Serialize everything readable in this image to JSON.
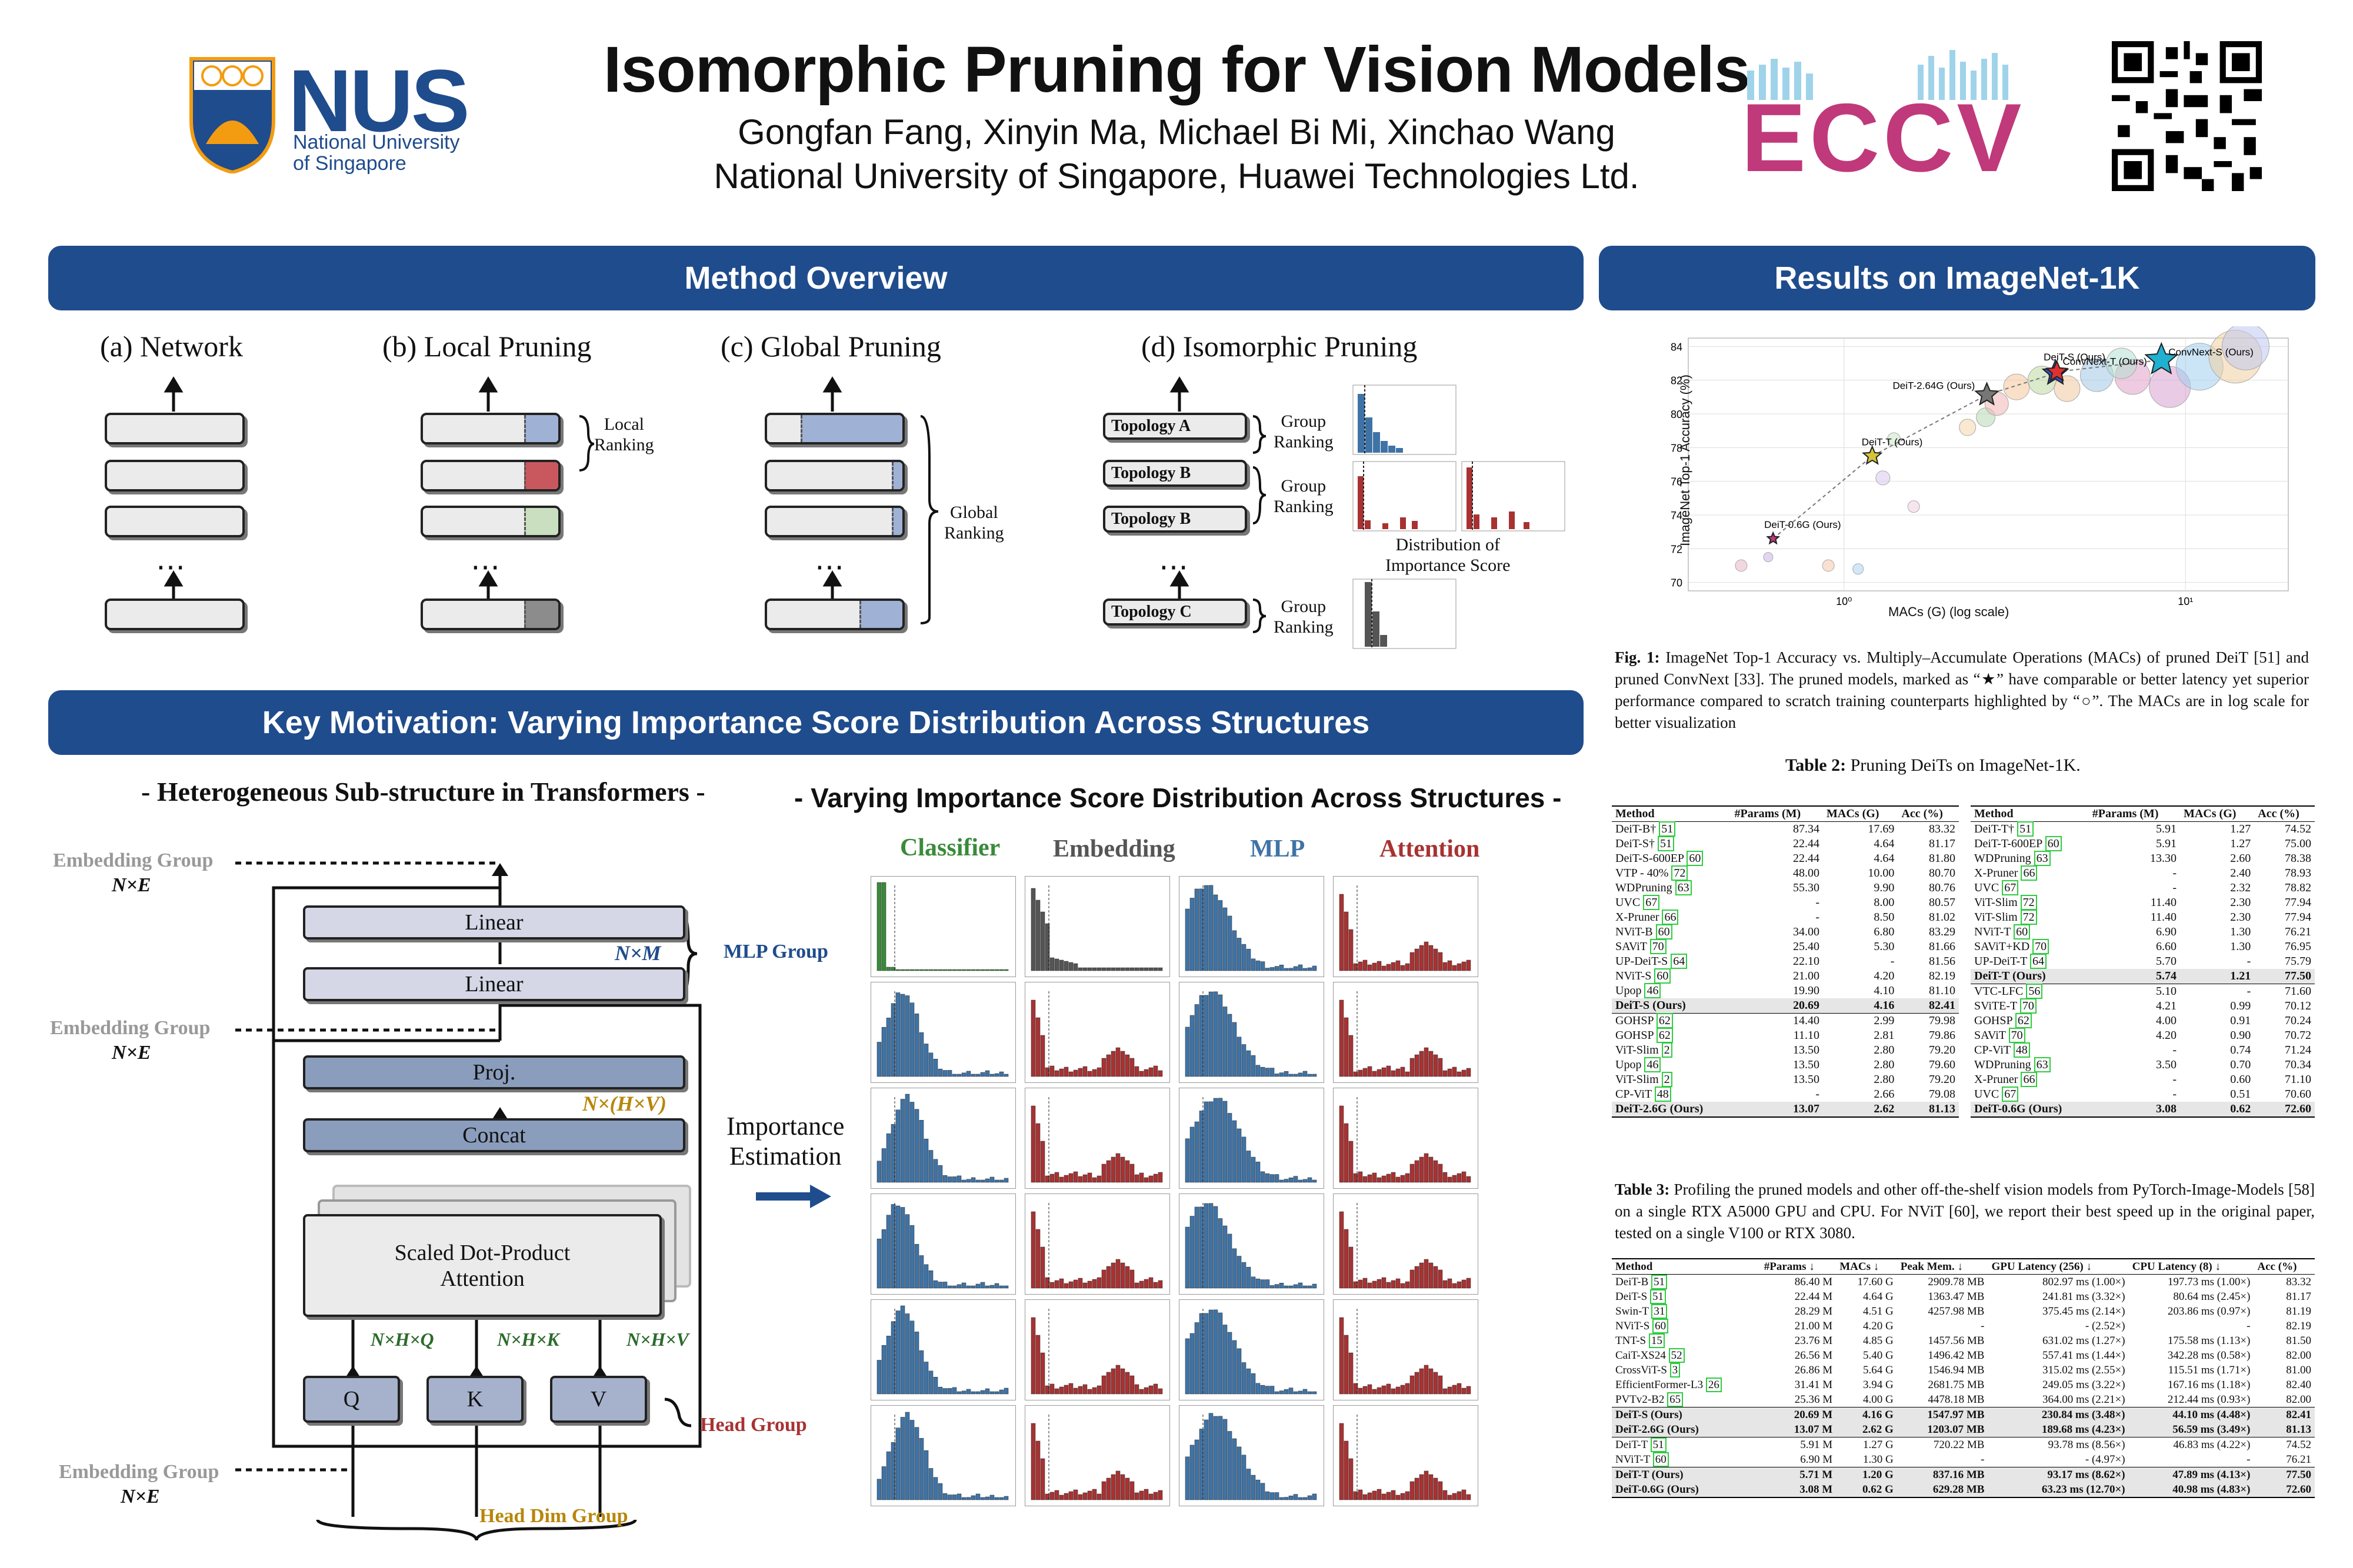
{
  "header": {
    "title": "Isomorphic Pruning for Vision Models",
    "authors": "Gongfan Fang, Xinyin Ma,  Michael Bi Mi, Xinchao Wang",
    "affiliations": "National University of Singapore, Huawei Technologies Ltd.",
    "nus_logo": "NUS",
    "nus_sub1": "National University",
    "nus_sub2": "of Singapore",
    "eccv_logo": "ECCV"
  },
  "sections": {
    "method_overview": "Method Overview",
    "results": "Results on ImageNet-1K",
    "key_motivation": "Key Motivation: Varying Importance Score Distribution Across Structures"
  },
  "overview": {
    "a": "(a) Network",
    "b": "(b) Local Pruning",
    "c": "(c) Global Pruning",
    "d": "(d) Isomorphic Pruning",
    "local_ranking": "Local\nRanking",
    "global_ranking": "Global\nRanking",
    "group_ranking": "Group\nRanking",
    "dist_label": "Distribution of\nImportance Score",
    "topo_a": "Topology A",
    "topo_b": "Topology B",
    "topo_c": "Topology C",
    "dots": "⋯"
  },
  "motivation": {
    "left_title": "- Heterogeneous Sub-structure in Transformers -",
    "right_title": "- Varying Importance Score Distribution Across Structures -",
    "embedding_group": "Embedding Group",
    "nxe": "N×E",
    "linear": "Linear",
    "nxm": "N×M",
    "mlp_group": "MLP Group",
    "proj": "Proj.",
    "concat": "Concat",
    "nxhv": "N×(H×V)",
    "attention": "Scaled Dot-Product\nAttention",
    "q": "Q",
    "k": "K",
    "v": "V",
    "nhq": "N×H×Q",
    "nhk": "N×H×K",
    "nhv": "N×H×V",
    "head_group": "Head Group",
    "head_dim_group": "Head Dim Group",
    "importance": "Importance\nEstimation",
    "col_classifier": "Classifier",
    "col_embedding": "Embedding",
    "col_mlp": "MLP",
    "col_attention": "Attention"
  },
  "colors": {
    "banner": "#1f4c8c",
    "classifier": "#3a8a3a",
    "embedding": "#555555",
    "mlp": "#3f73a6",
    "attention": "#a83232",
    "gold": "#b8860b"
  },
  "fig1": {
    "caption_label": "Fig. 1:",
    "caption": "ImageNet Top-1 Accuracy vs. Multiply–Accumulate Operations (MACs) of pruned DeiT [51] and pruned ConvNext [33]. The pruned models, marked as “★” have comparable or better latency yet superior performance compared to scratch training counterparts highlighted by “○”. The MACs are in log scale for better visualization"
  },
  "chart_data": {
    "type": "scatter",
    "title": "",
    "xlabel": "MACs (G) (log scale)",
    "ylabel": "ImageNet Top-1 Accuracy (%)",
    "x_scale": "log",
    "ylim": [
      69.5,
      84.5
    ],
    "y_ticks": [
      70,
      72,
      74,
      76,
      78,
      80,
      82,
      84
    ],
    "x_ticks": [
      "10⁰",
      "10¹"
    ],
    "grid": true,
    "series": [
      {
        "name": "DeiT-0.6G (Ours)",
        "x": 0.62,
        "y": 72.6,
        "marker": "star"
      },
      {
        "name": "DeiT-T (Ours)",
        "x": 1.21,
        "y": 77.5,
        "marker": "star"
      },
      {
        "name": "DeiT-2.64G (Ours)",
        "x": 2.62,
        "y": 81.13,
        "marker": "star"
      },
      {
        "name": "DeiT-S (Ours)",
        "x": 4.16,
        "y": 82.41,
        "marker": "star"
      },
      {
        "name": "ConvNext-T (Ours)",
        "x": 4.2,
        "y": 82.5,
        "marker": "star"
      },
      {
        "name": "ConvNext-S (Ours)",
        "x": 8.5,
        "y": 83.2,
        "marker": "star"
      }
    ],
    "annotations": [
      "DeiT-0.6G (Ours)",
      "DeiT-T (Ours)",
      "DeiT-2.64G (Ours)",
      "DeiT-S (Ours)",
      "ConvNext-T (Ours)",
      "ConvNext-S (Ours)"
    ]
  },
  "table2": {
    "caption_label": "Table 2:",
    "caption": "Pruning DeiTs on ImageNet-1K.",
    "headers": [
      "Method",
      "#Params (M)",
      "MACs (G)",
      "Acc (%)"
    ],
    "left": [
      [
        "DeiT-B†",
        "51",
        "87.34",
        "17.69",
        "83.32",
        ""
      ],
      [
        "DeiT-S†",
        "51",
        "22.44",
        "4.64",
        "81.17",
        ""
      ],
      [
        "DeiT-S-600EP",
        "60",
        "22.44",
        "4.64",
        "81.80",
        ""
      ],
      [
        "VTP - 40%",
        "72",
        "48.00",
        "10.00",
        "80.70",
        ""
      ],
      [
        "WDPruning",
        "63",
        "55.30",
        "9.90",
        "80.76",
        ""
      ],
      [
        "UVC",
        "67",
        "-",
        "8.00",
        "80.57",
        ""
      ],
      [
        "X-Pruner",
        "66",
        "-",
        "8.50",
        "81.02",
        ""
      ],
      [
        "NViT-B",
        "60",
        "34.00",
        "6.80",
        "83.29",
        ""
      ],
      [
        "SAViT",
        "70",
        "25.40",
        "5.30",
        "81.66",
        ""
      ],
      [
        "UP-DeiT-S",
        "64",
        "22.10",
        "-",
        "81.56",
        ""
      ],
      [
        "NViT-S",
        "60",
        "21.00",
        "4.20",
        "82.19",
        ""
      ],
      [
        "Upop",
        "46",
        "19.90",
        "4.10",
        "81.10",
        ""
      ],
      [
        "DeiT-S (Ours)",
        "",
        "20.69",
        "4.16",
        "82.41",
        "b"
      ],
      [
        "GOHSP",
        "62",
        "14.40",
        "2.99",
        "79.98",
        "sep"
      ],
      [
        "GOHSP",
        "62",
        "11.10",
        "2.81",
        "79.86",
        ""
      ],
      [
        "ViT-Slim",
        "2",
        "13.50",
        "2.80",
        "79.20",
        ""
      ],
      [
        "Upop",
        "46",
        "13.50",
        "2.80",
        "79.60",
        ""
      ],
      [
        "ViT-Slim",
        "2",
        "13.50",
        "2.80",
        "79.20",
        ""
      ],
      [
        "CP-ViT",
        "48",
        "-",
        "2.66",
        "79.08",
        ""
      ],
      [
        "DeiT-2.6G (Ours)",
        "",
        "13.07",
        "2.62",
        "81.13",
        "b"
      ]
    ],
    "right": [
      [
        "DeiT-T†",
        "51",
        "5.91",
        "1.27",
        "74.52",
        ""
      ],
      [
        "DeiT-T-600EP",
        "60",
        "5.91",
        "1.27",
        "75.00",
        ""
      ],
      [
        "WDPruning",
        "63",
        "13.30",
        "2.60",
        "78.38",
        ""
      ],
      [
        "X-Pruner",
        "66",
        "-",
        "2.40",
        "78.93",
        ""
      ],
      [
        "UVC",
        "67",
        "-",
        "2.32",
        "78.82",
        ""
      ],
      [
        "ViT-Slim",
        "72",
        "11.40",
        "2.30",
        "77.94",
        ""
      ],
      [
        "ViT-Slim",
        "72",
        "11.40",
        "2.30",
        "77.94",
        ""
      ],
      [
        "NViT-T",
        "60",
        "6.90",
        "1.30",
        "76.21",
        ""
      ],
      [
        "SAViT+KD",
        "70",
        "6.60",
        "1.30",
        "76.95",
        ""
      ],
      [
        "UP-DeiT-T",
        "64",
        "5.70",
        "-",
        "75.79",
        ""
      ],
      [
        "DeiT-T (Ours)",
        "",
        "5.74",
        "1.21",
        "77.50",
        "b"
      ],
      [
        "VTC-LFC",
        "56",
        "5.10",
        "-",
        "71.60",
        "sep"
      ],
      [
        "SViTE-T",
        "70",
        "4.21",
        "0.99",
        "70.12",
        ""
      ],
      [
        "GOHSP",
        "62",
        "4.00",
        "0.91",
        "70.24",
        ""
      ],
      [
        "SAViT",
        "70",
        "4.20",
        "0.90",
        "70.72",
        ""
      ],
      [
        "CP-ViT",
        "48",
        "-",
        "0.74",
        "71.24",
        ""
      ],
      [
        "WDPruning",
        "63",
        "3.50",
        "0.70",
        "70.34",
        ""
      ],
      [
        "X-Pruner",
        "66",
        "-",
        "0.60",
        "71.10",
        ""
      ],
      [
        "UVC",
        "67",
        "-",
        "0.51",
        "70.60",
        ""
      ],
      [
        "DeiT-0.6G (Ours)",
        "",
        "3.08",
        "0.62",
        "72.60",
        "b"
      ]
    ]
  },
  "table3": {
    "caption_label": "Table 3:",
    "caption": "Profiling the pruned models and other off-the-shelf vision models from PyTorch-Image-Models [58] on a single RTX A5000 GPU and CPU. For NViT [60], we report their best speed up in the original paper, tested on a single V100 or RTX 3080.",
    "headers": [
      "Method",
      "#Params ↓",
      "MACs ↓",
      "Peak Mem. ↓",
      "GPU Latency (256) ↓",
      "CPU Latency (8) ↓",
      "Acc (%)"
    ],
    "rows": [
      [
        "DeiT-B",
        "51",
        "86.40 M",
        "17.60 G",
        "2909.78 MB",
        "802.97 ms (1.00×)",
        "197.73 ms (1.00×)",
        "83.32",
        ""
      ],
      [
        "DeiT-S",
        "51",
        "22.44 M",
        "4.64 G",
        "1363.47 MB",
        "241.81 ms (3.32×)",
        "80.64 ms (2.45×)",
        "81.17",
        ""
      ],
      [
        "Swin-T",
        "31",
        "28.29 M",
        "4.51 G",
        "4257.98 MB",
        "375.45 ms (2.14×)",
        "203.86 ms (0.97×)",
        "81.19",
        ""
      ],
      [
        "NViT-S",
        "60",
        "21.00 M",
        "4.20 G",
        "-",
        "- (2.52×)",
        "-",
        "82.19",
        ""
      ],
      [
        "TNT-S",
        "15",
        "23.76 M",
        "4.85 G",
        "1457.56 MB",
        "631.02 ms (1.27×)",
        "175.58 ms (1.13×)",
        "81.50",
        ""
      ],
      [
        "CaiT-XS24",
        "52",
        "26.56 M",
        "5.40 G",
        "1496.42 MB",
        "557.41 ms (1.44×)",
        "342.28 ms (0.58×)",
        "82.00",
        ""
      ],
      [
        "CrossViT-S",
        "3",
        "26.86 M",
        "5.64 G",
        "1546.94 MB",
        "315.02 ms (2.55×)",
        "115.51 ms (1.71×)",
        "81.00",
        ""
      ],
      [
        "EfficientFormer-L3",
        "26",
        "31.41 M",
        "3.94 G",
        "2681.75 MB",
        "249.05 ms (3.22×)",
        "167.16 ms (1.18×)",
        "82.40",
        ""
      ],
      [
        "PVTv2-B2",
        "65",
        "25.36 M",
        "4.00 G",
        "4478.18 MB",
        "364.00 ms (2.21×)",
        "212.44 ms (0.93×)",
        "82.00",
        ""
      ],
      [
        "DeiT-S (Ours)",
        "",
        "20.69 M",
        "4.16 G",
        "1547.97 MB",
        "230.84 ms (3.48×)",
        "44.10 ms (4.48×)",
        "82.41",
        "b"
      ],
      [
        "DeiT-2.6G (Ours)",
        "",
        "13.07 M",
        "2.62 G",
        "1203.07 MB",
        "189.68 ms (4.23×)",
        "56.59 ms (3.49×)",
        "81.13",
        "b"
      ],
      [
        "DeiT-T",
        "51",
        "5.91 M",
        "1.27 G",
        "720.22 MB",
        "93.78 ms (8.56×)",
        "46.83 ms (4.22×)",
        "74.52",
        ""
      ],
      [
        "NViT-T",
        "60",
        "6.90 M",
        "1.30 G",
        "-",
        "- (4.97×)",
        "-",
        "76.21",
        ""
      ],
      [
        "DeiT-T (Ours)",
        "",
        "5.71 M",
        "1.20 G",
        "837.16 MB",
        "93.17 ms (8.62×)",
        "47.89 ms (4.13×)",
        "77.50",
        "b"
      ],
      [
        "DeiT-0.6G (Ours)",
        "",
        "3.08 M",
        "0.62 G",
        "629.28 MB",
        "63.23 ms (12.70×)",
        "40.98 ms (4.83×)",
        "72.60",
        "b"
      ]
    ]
  }
}
